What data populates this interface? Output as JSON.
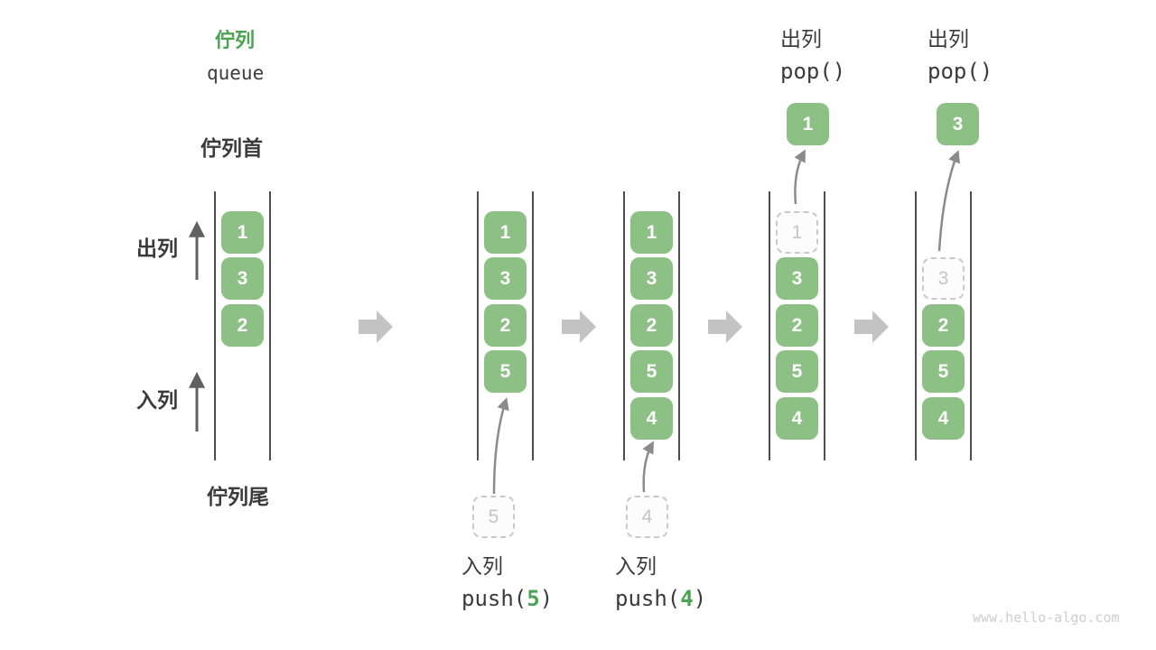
{
  "page": {
    "watermark": "www.hello-algo.com"
  },
  "colors": {
    "cell_green": "#8CC084",
    "accent_green": "#4BA353",
    "text_dark": "#3B3B3B",
    "ghost_border": "#C9C9C9",
    "ghost_text": "#C5C5C5",
    "rail": "#4E4E4E",
    "block_arrow": "#C3C3C3",
    "curve_arrow": "#8B8B8B",
    "left_arrow": "#606060",
    "watermark_text": "#CDCDCD",
    "cell_text": "#FFFFFF"
  },
  "header": {
    "title_zh": "佇列",
    "title_en": "queue"
  },
  "side_labels": {
    "queue_front": "佇列首",
    "queue_tail": "佇列尾",
    "dequeue": "出列",
    "enqueue": "入列"
  },
  "diagram": {
    "states": [
      {
        "name": "initial",
        "slots": [
          {
            "row": 0,
            "value": "1",
            "style": "green"
          },
          {
            "row": 1,
            "value": "3",
            "style": "green"
          },
          {
            "row": 2,
            "value": "2",
            "style": "green"
          }
        ]
      },
      {
        "name": "push-5",
        "slots": [
          {
            "row": 0,
            "value": "1",
            "style": "green"
          },
          {
            "row": 1,
            "value": "3",
            "style": "green"
          },
          {
            "row": 2,
            "value": "2",
            "style": "green"
          },
          {
            "row": 3,
            "value": "5",
            "style": "green"
          }
        ],
        "pending": "5",
        "op": {
          "position": "below",
          "label": "入列",
          "fn_pre": "push(",
          "fn_arg": "5",
          "fn_post": ")"
        }
      },
      {
        "name": "push-4",
        "slots": [
          {
            "row": 0,
            "value": "1",
            "style": "green"
          },
          {
            "row": 1,
            "value": "3",
            "style": "green"
          },
          {
            "row": 2,
            "value": "2",
            "style": "green"
          },
          {
            "row": 3,
            "value": "5",
            "style": "green"
          },
          {
            "row": 4,
            "value": "4",
            "style": "green"
          }
        ],
        "pending": "4",
        "op": {
          "position": "below",
          "label": "入列",
          "fn_pre": "push(",
          "fn_arg": "4",
          "fn_post": ")"
        }
      },
      {
        "name": "pop-1",
        "slots": [
          {
            "row": 0,
            "value": "1",
            "style": "ghost"
          },
          {
            "row": 1,
            "value": "3",
            "style": "green"
          },
          {
            "row": 2,
            "value": "2",
            "style": "green"
          },
          {
            "row": 3,
            "value": "5",
            "style": "green"
          },
          {
            "row": 4,
            "value": "4",
            "style": "green"
          }
        ],
        "float": "1",
        "op": {
          "position": "above",
          "label": "出列",
          "fn_pre": "pop()",
          "fn_arg": "",
          "fn_post": ""
        }
      },
      {
        "name": "pop-3",
        "slots": [
          {
            "row": 1,
            "value": "3",
            "style": "ghost"
          },
          {
            "row": 2,
            "value": "2",
            "style": "green"
          },
          {
            "row": 3,
            "value": "5",
            "style": "green"
          },
          {
            "row": 4,
            "value": "4",
            "style": "green"
          }
        ],
        "float": "3",
        "op": {
          "position": "above",
          "label": "出列",
          "fn_pre": "pop()",
          "fn_arg": "",
          "fn_post": ""
        }
      }
    ]
  }
}
